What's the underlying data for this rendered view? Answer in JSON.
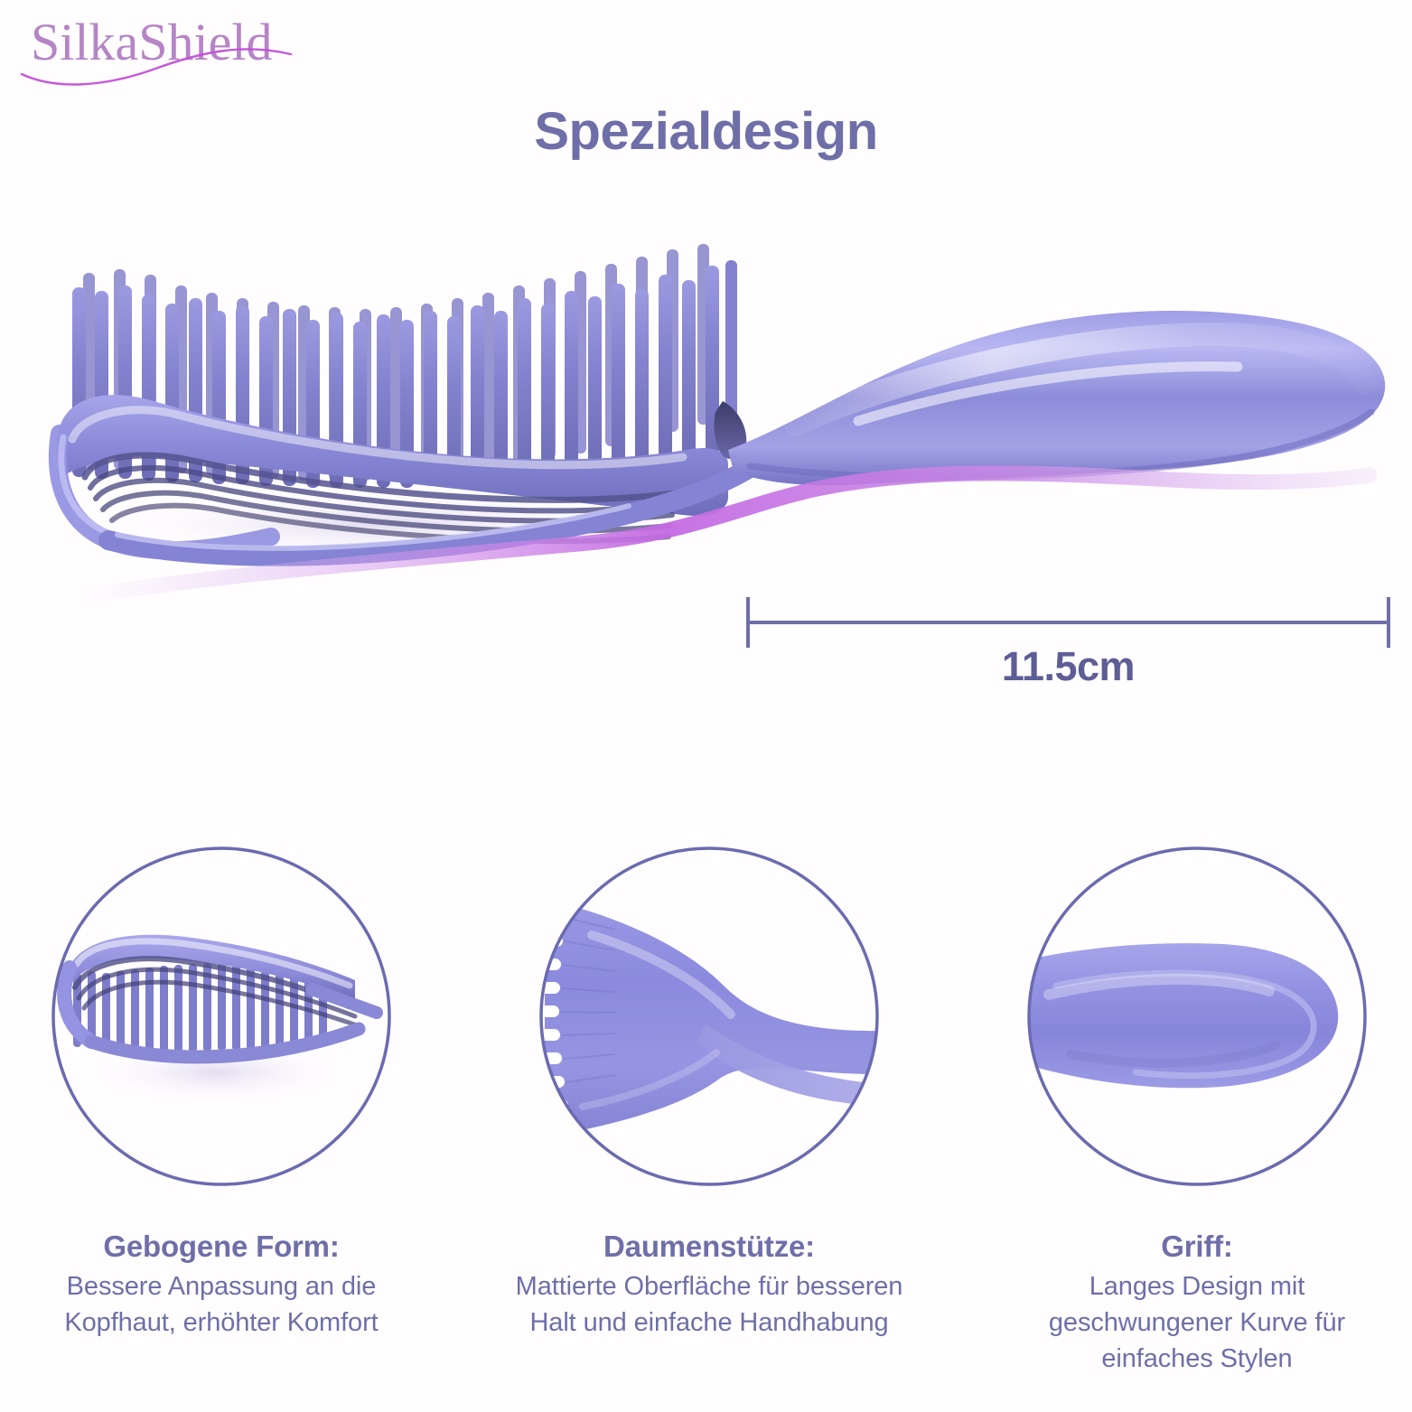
{
  "brand": {
    "name": "SilkaShield",
    "logo_color": "#b585c6",
    "swoosh_color": "#c24fd8"
  },
  "header": {
    "title": "Spezialdesign",
    "title_color": "#6e6fa8"
  },
  "hero": {
    "product_name": "detangling-hair-brush",
    "product_color": "#8b8ad8",
    "product_color_light": "#b3b2ec",
    "product_color_dark": "#55558f",
    "accent_wave_from": "#ffffff",
    "accent_wave_to": "#c16fe0"
  },
  "measurement": {
    "label": "11.5cm",
    "line_color": "#6e6fa8"
  },
  "features": [
    {
      "id": "gebogene-form",
      "title": "Gebogene Form:",
      "body": "Bessere Anpassung an die Kopfhaut, erhöhter Komfort",
      "circle_color": "#6a6bb0"
    },
    {
      "id": "daumenstuetze",
      "title": "Daumenstütze:",
      "body": "Mattierte Oberfläche für besseren Halt und einfache Handhabung",
      "circle_color": "#6a6bb0"
    },
    {
      "id": "griff",
      "title": "Griff:",
      "body": "Langes Design mit geschwungener Kurve für einfaches Stylen",
      "circle_color": "#6a6bb0"
    }
  ]
}
